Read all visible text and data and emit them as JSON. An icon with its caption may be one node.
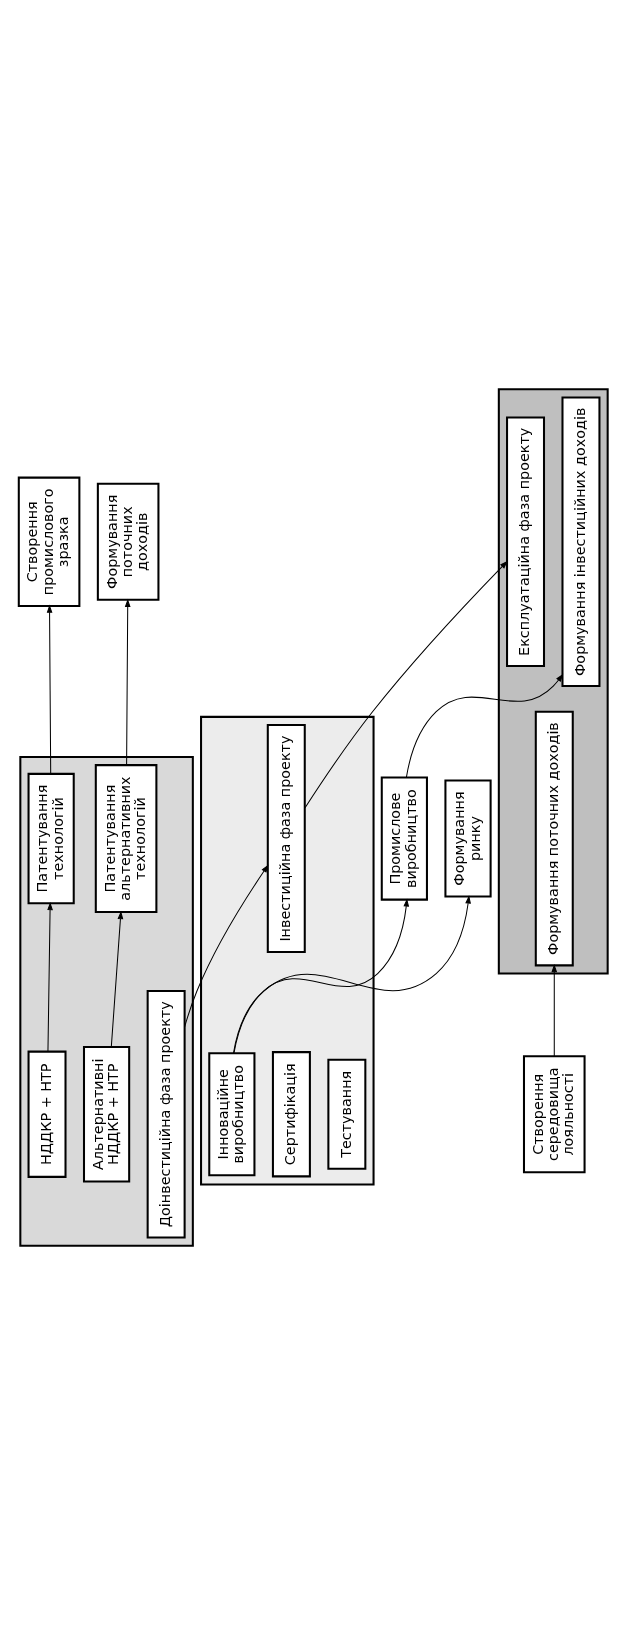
{
  "diagram": {
    "nodes": [
      {
        "text": [],
        "shape": "box"
      },
      {
        "text": [
          "НДДКР + НТР"
        ],
        "in": 0
      },
      {
        "text": [
          "Патентування технологій"
        ],
        "in": 0
      },
      {
        "text": [
          "Альтернативні НДДКР + НТР"
        ],
        "in": 0
      },
      {
        "text": [
          "Патентування альтернативних технологій"
        ],
        "in": 0
      },
      {
        "text": [
          "Доінвестиційна фаза проекту"
        ],
        "in": 0
      },
      {
        "text": [
          "Створення промислового зразка"
        ]
      },
      {
        "text": [
          "Формування поточних доходів"
        ]
      },
      {
        "text": [],
        "shape": "box"
      },
      {
        "text": [
          "Інноваційне виробництво"
        ],
        "in": 8
      },
      {
        "text": [
          "Сертифікація"
        ],
        "in": 8
      },
      {
        "text": [
          "Тестування"
        ],
        "in": 8
      },
      {
        "text": [
          "Інвестиційна фаза проекту"
        ],
        "in": 8
      },
      {
        "text": [
          "Створення середовища лояльності"
        ]
      },
      {
        "text": [
          "Промислове виробництво"
        ]
      },
      {
        "text": [
          "Формування ринку"
        ]
      },
      {
        "text": [],
        "shape": "box"
      },
      {
        "text": [
          "Формування інвестиційних доходів"
        ],
        "in": 16
      },
      {
        "text": [
          "Формування поточних доходів"
        ],
        "in": 16
      },
      {
        "text": [
          "Експлуатаційна фаза проекту"
        ],
        "in": 16
      }
    ],
    "edges": [
      {
        "from": 1,
        "to": 2,
        "arrow": "to"
      },
      {
        "from": 2,
        "to": 6,
        "arrow": "to"
      },
      {
        "from": 3,
        "to": 4,
        "arrow": "to"
      },
      {
        "from": 4,
        "to": 7,
        "arrow": "to"
      },
      {
        "from": 5,
        "to": 12,
        "arrow": "to"
      },
      {
        "from": 12,
        "to": 19,
        "arrow": "to"
      },
      {
        "from": 9,
        "to": 14,
        "arrow": "to"
      },
      {
        "from": 9,
        "to": 15,
        "arrow": "to"
      },
      {
        "from": 14,
        "to": 17,
        "arrow": "to"
      },
      {
        "from": 13,
        "to": 18,
        "arrow": "to"
      }
    ]
  }
}
